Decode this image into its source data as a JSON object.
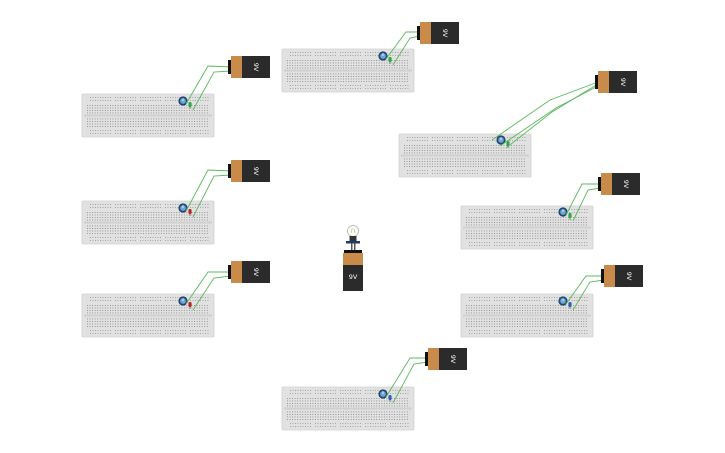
{
  "battery_label": "9V",
  "colors": {
    "wire": "#5cb85c",
    "breadboard": "#e1e1e1",
    "battery_body": "#2b2b2b",
    "battery_cap": "#c98b4a",
    "led_green": "#2ea84a",
    "led_red": "#b8262c",
    "led_blue": "#3060b8"
  },
  "circuits": [
    {
      "id": "top-left",
      "led_color": "green"
    },
    {
      "id": "middle-left",
      "led_color": "red"
    },
    {
      "id": "bottom-left",
      "led_color": "red"
    },
    {
      "id": "top-center",
      "led_color": "green"
    },
    {
      "id": "bottom-center",
      "led_color": "blue"
    },
    {
      "id": "top-right",
      "led_color": "green"
    },
    {
      "id": "middle-right",
      "led_color": "green"
    },
    {
      "id": "bottom-right",
      "led_color": "blue"
    }
  ],
  "center_assembly": {
    "components": [
      "light-bulb",
      "battery"
    ]
  }
}
